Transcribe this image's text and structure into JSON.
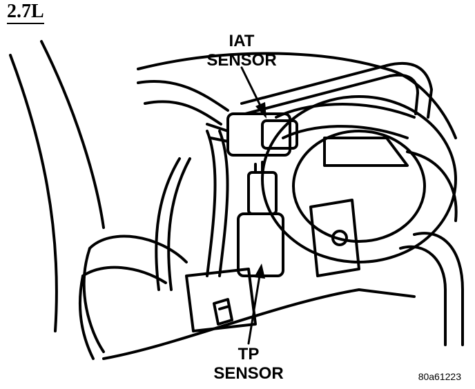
{
  "figure": {
    "engine_label": "2.7L",
    "figure_id": "80a61223"
  },
  "callouts": {
    "iat": {
      "line1": "IAT",
      "line2": "SENSOR"
    },
    "tp": {
      "line1": "TP",
      "line2": "SENSOR"
    }
  },
  "colors": {
    "ink": "#000000",
    "paper": "#ffffff"
  }
}
